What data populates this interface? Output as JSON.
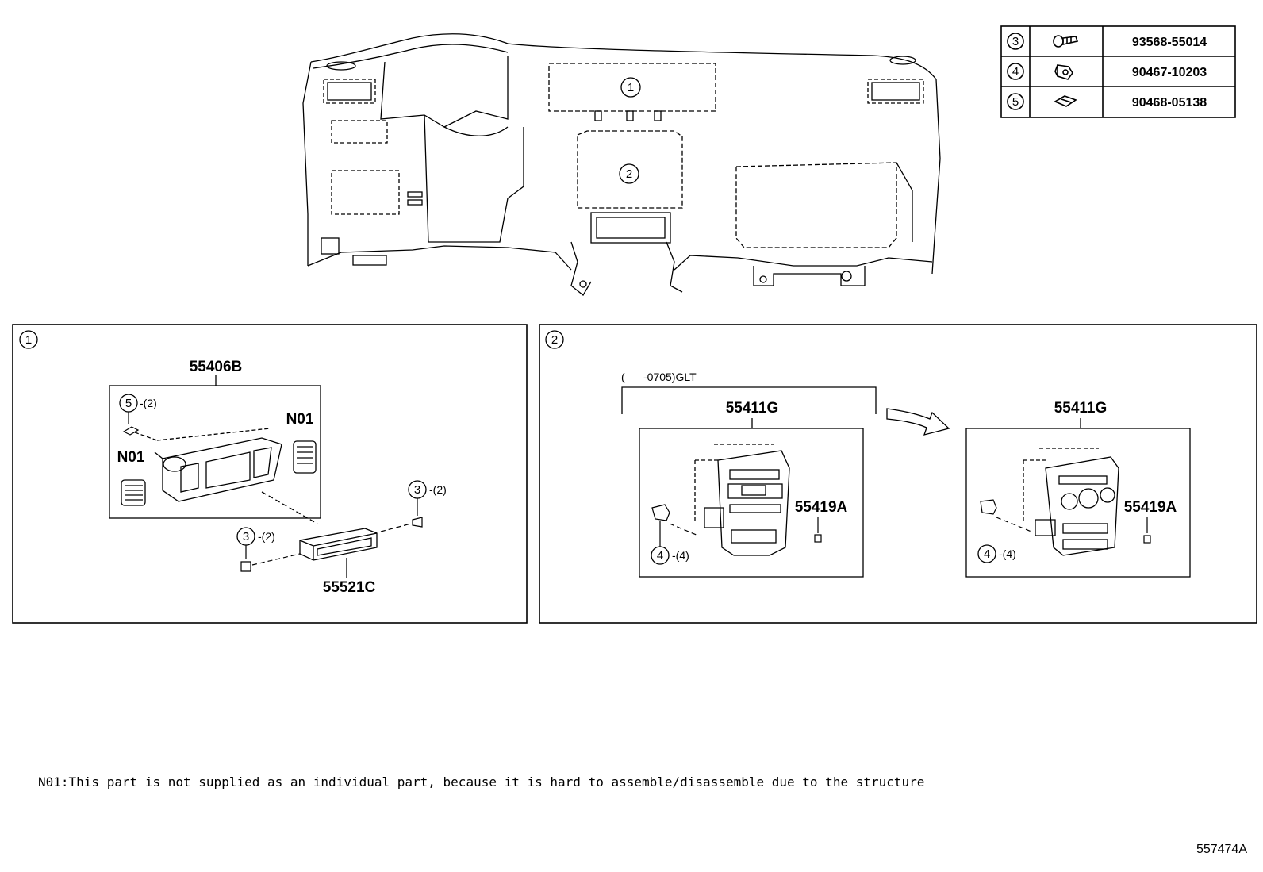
{
  "fastener_table": [
    {
      "ref": "3",
      "icon": "screw-icon",
      "part": "93568-55014"
    },
    {
      "ref": "4",
      "icon": "clip-nut-icon",
      "part": "90467-10203"
    },
    {
      "ref": "5",
      "icon": "clip-icon",
      "part": "90468-05138"
    }
  ],
  "dashboard": {
    "callout_1": "1",
    "callout_2": "2"
  },
  "panel1": {
    "index": "1",
    "bezel_part": "55406B",
    "vent_left_label": "N01",
    "vent_right_label": "N01",
    "clip_ref": "5",
    "clip_qty": "-(2)",
    "screw_right_ref": "3",
    "screw_right_qty": "-(2)",
    "screw_left_ref": "3",
    "screw_left_qty": "-(2)",
    "box_part": "55521C"
  },
  "panel2": {
    "index": "2",
    "range_label": "(      -0705)GLT",
    "left": {
      "part": "55411G",
      "sub_part": "55419A",
      "nut_ref": "4",
      "nut_qty": "-(4)"
    },
    "right": {
      "part": "55411G",
      "sub_part": "55419A",
      "nut_ref": "4",
      "nut_qty": "-(4)"
    }
  },
  "footnote": "N01:This part is not supplied as an individual part, because it is hard to assemble/disassemble due to the structure",
  "diagram_code": "557474A"
}
